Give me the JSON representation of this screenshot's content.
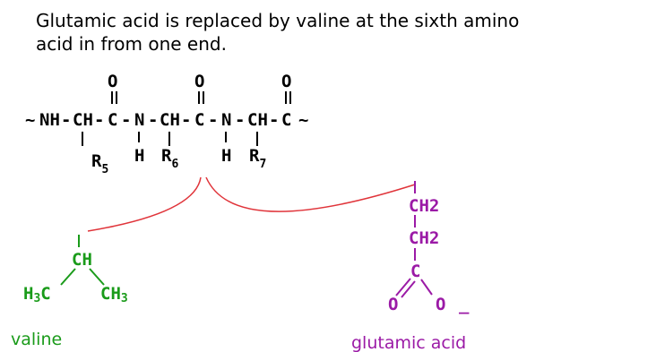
{
  "caption": {
    "line1": "Glutamic acid is replaced by valine at the sixth amino",
    "line2": "acid in from one end."
  },
  "colors": {
    "text": "#000000",
    "valine": "#1a9b1a",
    "glutamic": "#9b1aa6",
    "connector": "#e0343a"
  },
  "peptide": {
    "tilde": "~",
    "nh": "NH",
    "dash": "-",
    "ch": "CH",
    "c": "C",
    "n": "N",
    "o": "O",
    "h": "H",
    "r": "R",
    "sub5": "5",
    "sub6": "6",
    "sub7": "7"
  },
  "valine": {
    "ch": "CH",
    "h3c_h": "H",
    "h3c_sub": "3",
    "h3c_c": "C",
    "ch3_ch": "CH",
    "ch3_sub": "3",
    "name": "valine"
  },
  "glutamic": {
    "ch2_top": "CH2",
    "ch2_mid": "CH2",
    "c": "C",
    "o_left": "O",
    "o_right": "O",
    "charge": "_",
    "name": "glutamic acid"
  }
}
